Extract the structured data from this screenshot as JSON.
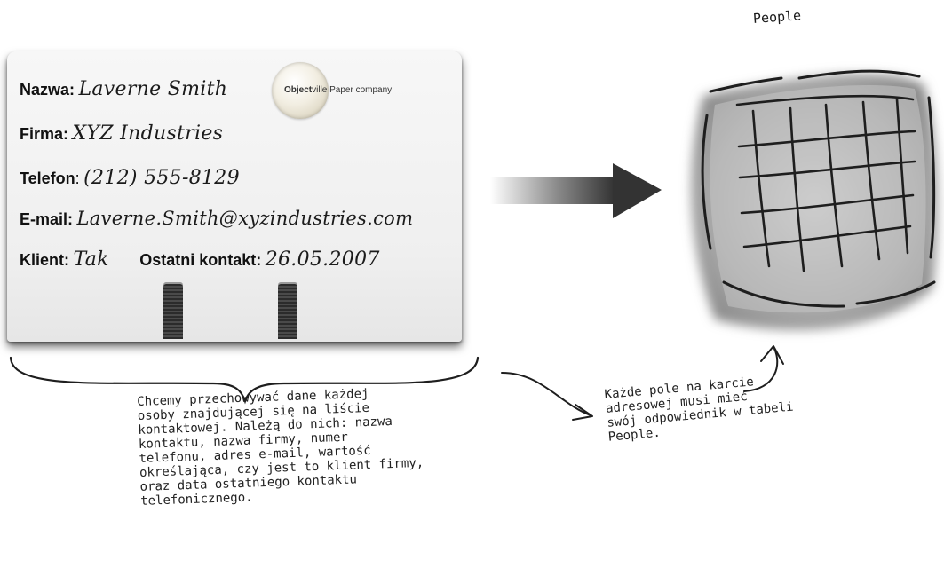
{
  "card": {
    "name_label": "Nazwa:",
    "name_value": "Laverne Smith",
    "company_label": "Firma:",
    "company_value": "XYZ Industries",
    "phone_label": "Telefon",
    "phone_sep": ":",
    "phone_value": "(212) 555-8129",
    "email_label": "E-mail:",
    "email_value": "Laverne.Smith@xyzindustries.com",
    "client_label": "Klient:",
    "client_value": "Tak",
    "last_contact_label": "Ostatni kontakt:",
    "last_contact_value": "26.05.2007",
    "logo_bold": "Object",
    "logo_rest": "ville Paper company"
  },
  "table": {
    "title": "People"
  },
  "notes": {
    "left": "Chcemy przechowywać dane każdej\nosoby znajdującej się na liście\nkontaktowej. Należą do nich: nazwa\nkontaktu, nazwa firmy, numer\ntelefonu, adres e-mail, wartość\nokreślająca, czy jest to klient firmy,\noraz data ostatniego kontaktu\ntelefonicznego.",
    "right": "Każde pole na karcie\nadresowej musi mieć\nswój odpowiednik w tabeli\nPeople."
  },
  "colors": {
    "arrow_dark": "#333333",
    "sketch_ink": "#1e1e1e",
    "sketch_shade": "#8a8a8a"
  }
}
